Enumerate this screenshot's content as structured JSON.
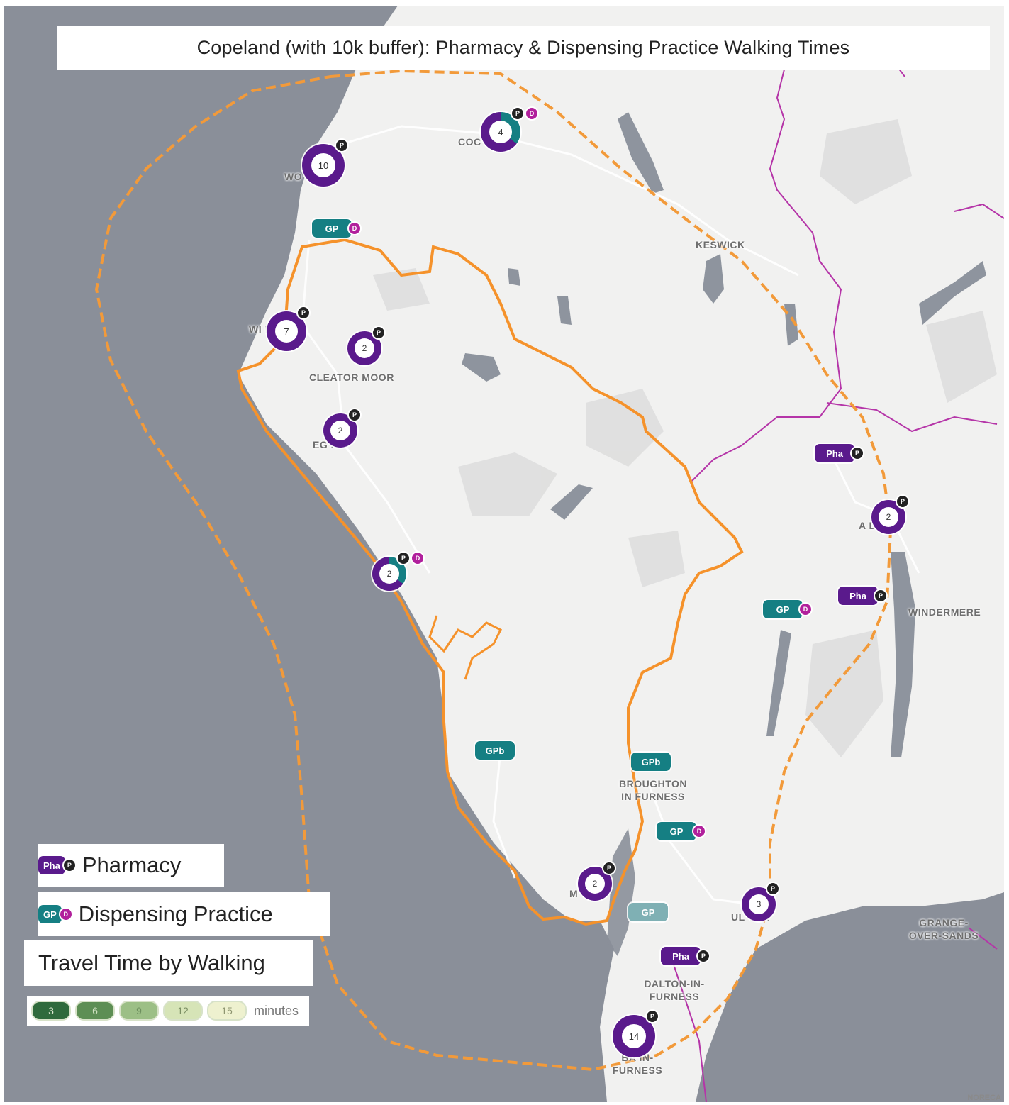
{
  "title": "Copeland (with 10k buffer): Pharmacy & Dispensing Practice Walking Times",
  "place_labels": [
    {
      "id": "cockermouth",
      "text": "COC      UTH"
    },
    {
      "id": "workington",
      "text": "WO      ON"
    },
    {
      "id": "keswick",
      "text": "KESWICK"
    },
    {
      "id": "whitehaven",
      "text": "WI          N"
    },
    {
      "id": "cleator-moor",
      "text": "CLEATOR MOOR"
    },
    {
      "id": "egremont",
      "text": "EG      NT"
    },
    {
      "id": "ambleside",
      "text": "A      DE"
    },
    {
      "id": "windermere",
      "text": "WINDERMERE"
    },
    {
      "id": "broughton",
      "text": "BROUGHTON IN FURNESS"
    },
    {
      "id": "ulverston",
      "text": "UL       TON"
    },
    {
      "id": "grange",
      "text": "GRANGE-OVER-SANDS"
    },
    {
      "id": "dalton",
      "text": "DALTON-IN-FURNESS"
    },
    {
      "id": "barrow",
      "text": "BA        IN-FURNESS"
    },
    {
      "id": "millom",
      "text": "M"
    }
  ],
  "cluster_markers": [
    {
      "id": "cockermouth",
      "count": "4",
      "type": "mixed",
      "badges": [
        "P",
        "D"
      ]
    },
    {
      "id": "workington",
      "count": "10",
      "type": "pharmacy",
      "badges": [
        "P"
      ]
    },
    {
      "id": "whitehaven",
      "count": "7",
      "type": "pharmacy",
      "badges": [
        "P"
      ]
    },
    {
      "id": "cleator-moor",
      "count": "2",
      "type": "pharmacy",
      "badges": [
        "P"
      ]
    },
    {
      "id": "egremont",
      "count": "2",
      "type": "pharmacy",
      "badges": [
        "P"
      ]
    },
    {
      "id": "seascale",
      "count": "2",
      "type": "mixed",
      "badges": [
        "P",
        "D"
      ]
    },
    {
      "id": "ambleside",
      "count": "2",
      "type": "pharmacy",
      "badges": [
        "P"
      ]
    },
    {
      "id": "millom",
      "count": "2",
      "type": "pharmacy",
      "badges": [
        "P"
      ]
    },
    {
      "id": "ulverston",
      "count": "3",
      "type": "pharmacy",
      "badges": [
        "P"
      ]
    },
    {
      "id": "barrow",
      "count": "14",
      "type": "pharmacy",
      "badges": [
        "P"
      ]
    }
  ],
  "tag_markers": [
    {
      "id": "workington-gp",
      "text": "GP",
      "type": "gp",
      "badge": "D"
    },
    {
      "id": "glenridding-pha",
      "text": "Pha",
      "type": "pharmacy",
      "badge": "P"
    },
    {
      "id": "windermere-pha",
      "text": "Pha",
      "type": "pharmacy",
      "badge": "P"
    },
    {
      "id": "hawkshead-gp",
      "text": "GP",
      "type": "gp",
      "badge": "D"
    },
    {
      "id": "bootle-gpb",
      "text": "GPb",
      "type": "gp",
      "badge": ""
    },
    {
      "id": "broughton-gpb",
      "text": "GPb",
      "type": "gp",
      "badge": ""
    },
    {
      "id": "kirkby-gp",
      "text": "GP",
      "type": "gp",
      "badge": "D"
    },
    {
      "id": "askam-gp",
      "text": "GP",
      "type": "gp-faded",
      "badge": ""
    },
    {
      "id": "dalton-pha",
      "text": "Pha",
      "type": "pharmacy",
      "badge": "P"
    }
  ],
  "legend": {
    "pharmacy": {
      "chip": "Pha",
      "badge": "P",
      "label": "Pharmacy"
    },
    "dispensing": {
      "chip": "GP",
      "badge": "D",
      "label": "Dispensing Practice"
    },
    "travel_title": "Travel Time by Walking",
    "scale": [
      {
        "value": "3",
        "color": "#2f6a3c",
        "text_color": "#dfe9d2"
      },
      {
        "value": "6",
        "color": "#5d8e54",
        "text_color": "#cfe0c0"
      },
      {
        "value": "9",
        "color": "#9cbf86",
        "text_color": "#6d8f5e"
      },
      {
        "value": "12",
        "color": "#d6e4b7",
        "text_color": "#7b8f63"
      },
      {
        "value": "15",
        "color": "#eef1cf",
        "text_color": "#8e9570"
      }
    ],
    "unit": "minutes"
  },
  "colors": {
    "sea": "#8a8f99",
    "land": "#f1f1f0",
    "boundary": "#f5922b",
    "buffer": "#f29a3a",
    "district_line": "#b535a8",
    "pharmacy": "#5a1a8c",
    "gp": "#157f83",
    "water": "#8e949e"
  },
  "attribution": "NORECA"
}
